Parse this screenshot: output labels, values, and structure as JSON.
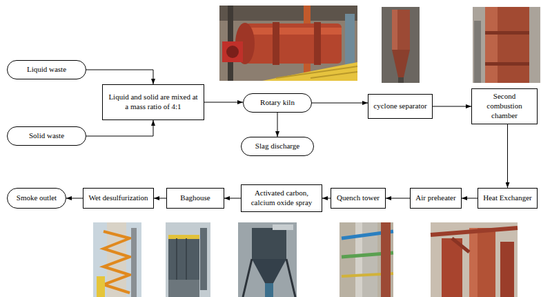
{
  "diagram": {
    "nodes": [
      {
        "text": [
          "Liquid waste"
        ]
      },
      {
        "text": [
          "Solid waste"
        ]
      },
      {
        "text": [
          "Liquid and solid are mixed at a mass ratio of 4:1"
        ]
      },
      {
        "text": [
          "Rotary kiln"
        ]
      },
      {
        "text": [
          "Slag discharge"
        ]
      },
      {
        "text": [
          "cyclone separator"
        ]
      },
      {
        "text": [
          "Second combustion chamber"
        ]
      },
      {
        "text": [
          "Heat Exchanger"
        ]
      },
      {
        "text": [
          "Air preheater"
        ]
      },
      {
        "text": [
          "Quench tower"
        ]
      },
      {
        "text": [
          "Activated carbon, calcium oxide spray"
        ]
      },
      {
        "text": [
          "Baghouse"
        ]
      },
      {
        "text": [
          "Wet desulfurization"
        ]
      },
      {
        "text": [
          "Smoke outlet"
        ]
      }
    ],
    "edges": [
      {
        "from": 0,
        "to": 2,
        "arrow": "to"
      },
      {
        "from": 1,
        "to": 2,
        "arrow": "to"
      },
      {
        "from": 2,
        "to": 3,
        "arrow": "to"
      },
      {
        "from": 3,
        "to": 5,
        "arrow": "to"
      },
      {
        "from": 3,
        "to": 4,
        "arrow": "to"
      },
      {
        "from": 5,
        "to": 6,
        "arrow": "to"
      },
      {
        "from": 6,
        "to": 7,
        "arrow": "to"
      },
      {
        "from": 7,
        "to": 8,
        "arrow": "to"
      },
      {
        "from": 8,
        "to": 9,
        "arrow": "to"
      },
      {
        "from": 9,
        "to": 10,
        "arrow": "to"
      },
      {
        "from": 10,
        "to": 11,
        "arrow": "to"
      },
      {
        "from": 11,
        "to": 12,
        "arrow": "to"
      },
      {
        "from": 12,
        "to": 13,
        "arrow": "to"
      }
    ]
  }
}
